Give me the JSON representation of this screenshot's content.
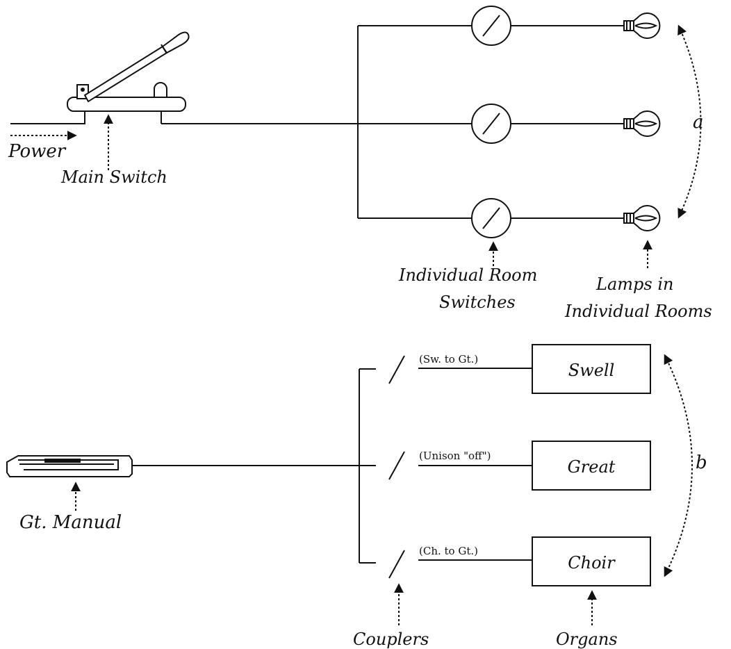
{
  "top": {
    "power_label": "Power",
    "main_switch_label": "Main Switch",
    "room_switches_label_line1": "Individual Room",
    "room_switches_label_line2": "Switches",
    "lamps_label_line1": "Lamps in",
    "lamps_label_line2": "Individual Rooms",
    "group_label": "a"
  },
  "bottom": {
    "manual_label": "Gt. Manual",
    "couplers_label": "Couplers",
    "organs_label": "Organs",
    "group_label": "b",
    "branches": [
      {
        "coupler": "(Sw. to Gt.)",
        "organ": "Swell"
      },
      {
        "coupler": "(Unison \"off\")",
        "organ": "Great"
      },
      {
        "coupler": "(Ch. to Gt.)",
        "organ": "Choir"
      }
    ]
  }
}
